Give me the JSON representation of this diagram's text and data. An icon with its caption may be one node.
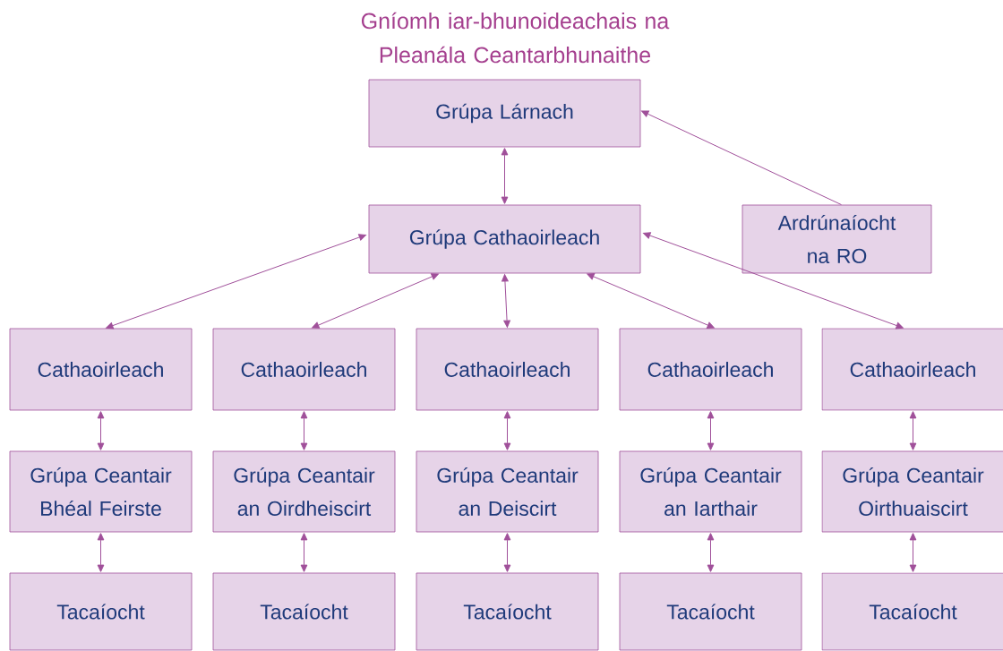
{
  "diagram": {
    "title": "Gníomh iar-bhunoideachais na Pleanála Ceantarbhunaithe",
    "nodes": [
      {
        "text": [
          "Grúpa Lárnach"
        ]
      },
      {
        "text": [
          "Grúpa Cathaoirleach"
        ]
      },
      {
        "text": [
          "Ardrúnaíocht na RO"
        ]
      },
      {
        "text": [
          "Cathaoirleach"
        ]
      },
      {
        "text": [
          "Cathaoirleach"
        ]
      },
      {
        "text": [
          "Cathaoirleach"
        ]
      },
      {
        "text": [
          "Cathaoirleach"
        ]
      },
      {
        "text": [
          "Cathaoirleach"
        ]
      },
      {
        "text": [
          "Grúpa Ceantair Bhéal Feirste"
        ]
      },
      {
        "text": [
          "Grúpa Ceantair an Oirdheiscirt"
        ]
      },
      {
        "text": [
          "Grúpa Ceantair an Deiscirt"
        ]
      },
      {
        "text": [
          "Grúpa Ceantair an Iarthair"
        ]
      },
      {
        "text": [
          "Grúpa Ceantair Oirthuaiscirt"
        ]
      },
      {
        "text": [
          "Tacaíocht"
        ]
      },
      {
        "text": [
          "Tacaíocht"
        ]
      },
      {
        "text": [
          "Tacaíocht"
        ]
      },
      {
        "text": [
          "Tacaíocht"
        ]
      },
      {
        "text": [
          "Tacaíocht"
        ]
      }
    ],
    "edges": [
      {
        "from": 2,
        "to": 0,
        "arrow": "to"
      },
      {
        "from": 0,
        "to": 1,
        "arrow": "both"
      },
      {
        "from": 1,
        "to": 3,
        "arrow": "both"
      },
      {
        "from": 1,
        "to": 4,
        "arrow": "both"
      },
      {
        "from": 1,
        "to": 5,
        "arrow": "both"
      },
      {
        "from": 1,
        "to": 6,
        "arrow": "both"
      },
      {
        "from": 1,
        "to": 7,
        "arrow": "both"
      },
      {
        "from": 3,
        "to": 8,
        "arrow": "both"
      },
      {
        "from": 4,
        "to": 9,
        "arrow": "both"
      },
      {
        "from": 5,
        "to": 10,
        "arrow": "both"
      },
      {
        "from": 6,
        "to": 11,
        "arrow": "both"
      },
      {
        "from": 7,
        "to": 12,
        "arrow": "both"
      },
      {
        "from": 8,
        "to": 13,
        "arrow": "both"
      },
      {
        "from": 9,
        "to": 14,
        "arrow": "both"
      },
      {
        "from": 10,
        "to": 15,
        "arrow": "both"
      },
      {
        "from": 11,
        "to": 16,
        "arrow": "both"
      },
      {
        "from": 12,
        "to": 17,
        "arrow": "both"
      }
    ]
  }
}
